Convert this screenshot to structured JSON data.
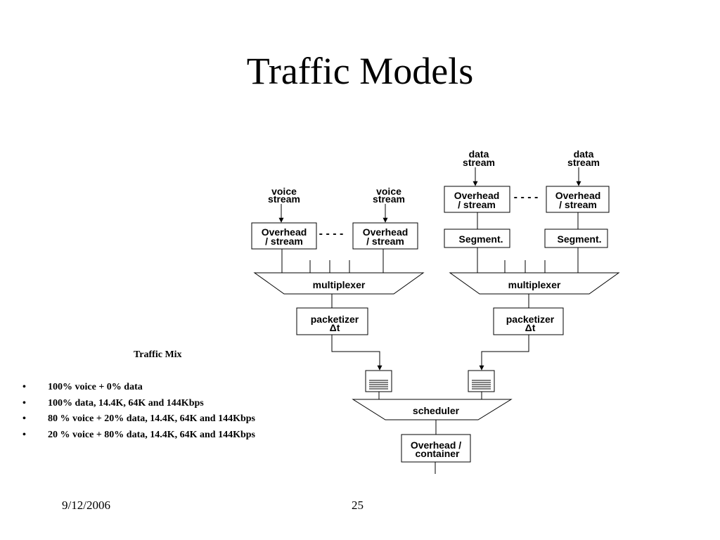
{
  "slide": {
    "title": "Traffic Models",
    "date": "9/12/2006",
    "page_number": "25"
  },
  "traffic_mix": {
    "heading": "Traffic Mix",
    "items": [
      "100% voice + 0% data",
      "100% data, 14.4K, 64K and 144Kbps",
      "80 % voice + 20% data, 14.4K, 64K and 144Kbps",
      "20 % voice + 80% data, 14.4K, 64K and 144Kbps"
    ]
  },
  "diagram": {
    "voice_branch": {
      "stream_label_1": "voice",
      "stream_label_2": "stream",
      "overhead_1": "Overhead",
      "overhead_2": "/ stream",
      "ellipsis": "- - - -",
      "multiplexer": "multiplexer",
      "packetizer_1": "packetizer",
      "packetizer_2": "Δt"
    },
    "data_branch": {
      "stream_label_1": "data",
      "stream_label_2": "stream",
      "overhead_1": "Overhead",
      "overhead_2": "/ stream",
      "ellipsis": "- - - -",
      "segment": "Segment.",
      "multiplexer": "multiplexer",
      "packetizer_1": "packetizer",
      "packetizer_2": "Δt"
    },
    "scheduler": "scheduler",
    "container_1": "Overhead /",
    "container_2": "container"
  }
}
